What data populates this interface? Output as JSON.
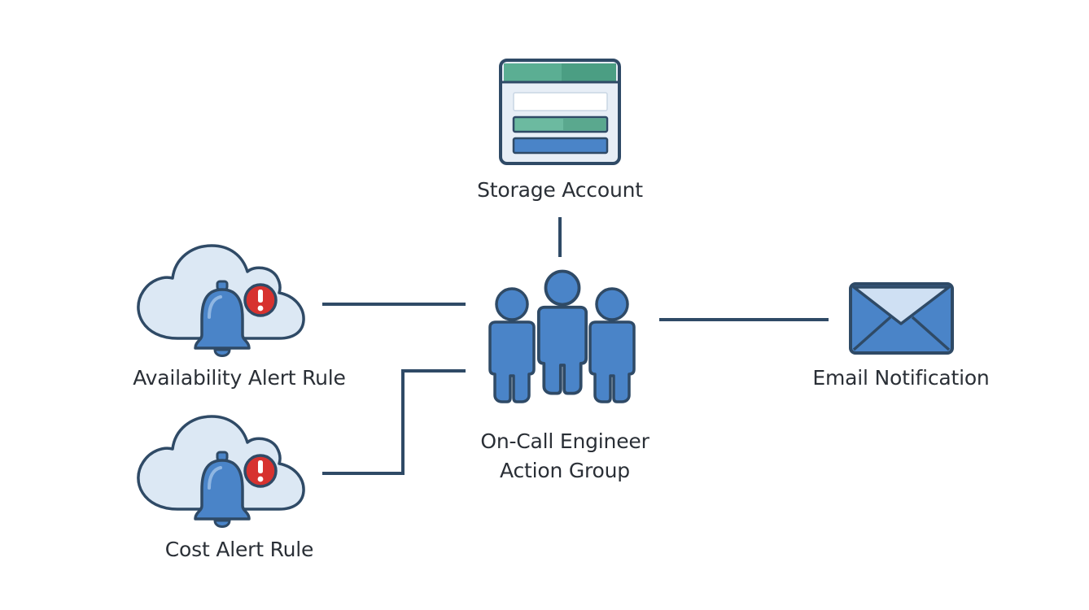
{
  "nodes": {
    "storage_account": {
      "label": "Storage Account",
      "icon": "storage-account-icon"
    },
    "availability_alert_rule": {
      "label": "Availability Alert Rule",
      "icon": "cloud-alert-icon"
    },
    "cost_alert_rule": {
      "label": "Cost Alert Rule",
      "icon": "cloud-alert-icon"
    },
    "action_group": {
      "label_line1": "On-Call Engineer",
      "label_line2": "Action Group",
      "icon": "people-group-icon"
    },
    "email_notification": {
      "label": "Email Notification",
      "icon": "envelope-icon"
    }
  },
  "colors": {
    "outline": "#2f4a66",
    "connector": "#2f4a66",
    "icon_blue": "#4a84c8",
    "icon_light_blue": "#d9e7f5",
    "alert_red": "#d7322f",
    "storage_green": "#5bae93",
    "text": "#2a2f36"
  }
}
